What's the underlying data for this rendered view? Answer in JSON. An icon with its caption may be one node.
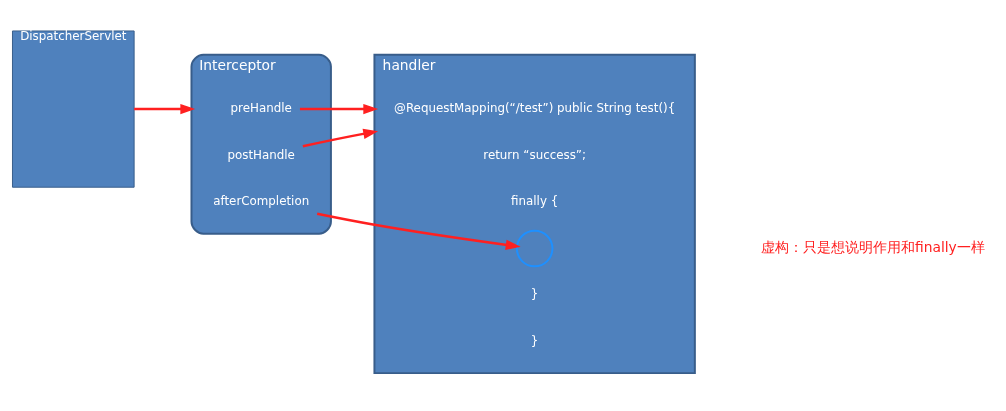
{
  "diagram": {
    "nodes": [
      {
        "text": [
          "DispatcherServlet"
        ]
      },
      {
        "text": [
          "Interceptor"
        ]
      },
      {
        "text": [
          "preHandle"
        ],
        "in": 1
      },
      {
        "text": [
          "postHandle"
        ],
        "in": 1
      },
      {
        "text": [
          "afterCompletion"
        ],
        "in": 1
      },
      {
        "text": [
          "handler"
        ]
      },
      {
        "text": [
          "@RequestMapping(“/test”) public String test(){"
        ],
        "in": 5
      },
      {
        "text": [
          "return “success”;"
        ],
        "in": 5
      },
      {
        "text": [
          "finally {"
        ],
        "in": 5
      },
      {
        "text": [],
        "shape": "circle",
        "in": 5
      },
      {
        "text": [
          "}"
        ],
        "in": 5
      },
      {
        "text": [
          "}"
        ],
        "in": 5
      }
    ],
    "edges": [
      {
        "from": 0,
        "to": 1,
        "arrow": "to"
      },
      {
        "from": 2,
        "to": 5,
        "arrow": "to"
      },
      {
        "from": 3,
        "to": 5,
        "arrow": "to"
      },
      {
        "from": 4,
        "to": 9,
        "arrow": "to"
      }
    ],
    "labels": [
      "虚构：只是想说明作用和finally一样"
    ]
  }
}
